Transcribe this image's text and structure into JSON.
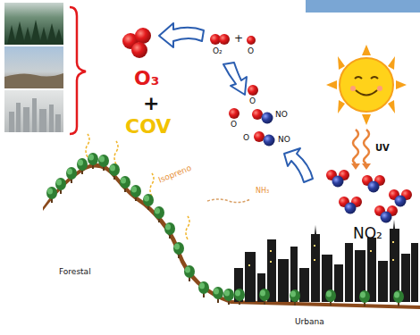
{
  "diagram": {
    "labels": [
      "O₃",
      "+",
      "COV",
      "Isopreno",
      "NH₃",
      "O₂",
      "+",
      "O",
      "O",
      "O",
      "NO",
      "O",
      "NO",
      "UV",
      "NO₂",
      "Forestal",
      "Urbana"
    ]
  }
}
